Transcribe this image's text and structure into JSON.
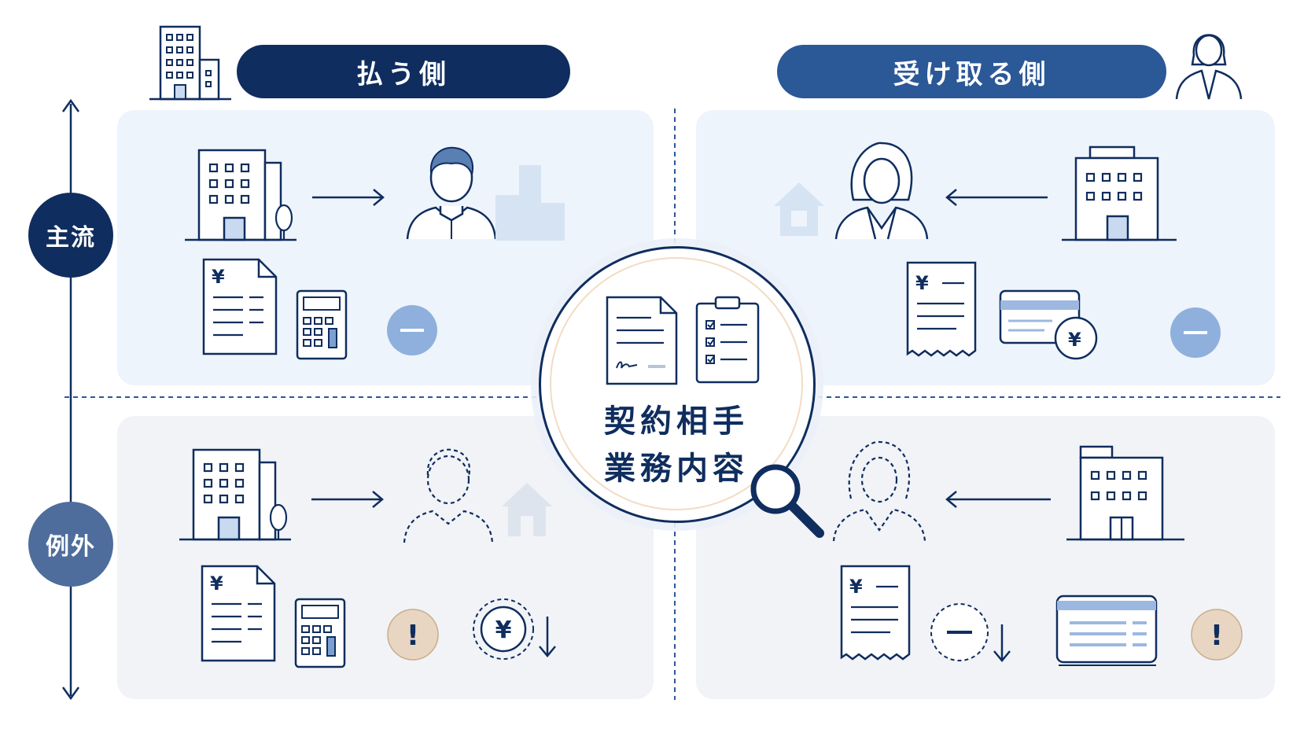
{
  "headers": {
    "pay_side": "払う側",
    "receive_side": "受け取る側"
  },
  "rows": {
    "mainstream": "主流",
    "exception": "例外"
  },
  "center": {
    "line1": "契約相手",
    "line2": "業務内容"
  },
  "symbols": {
    "yen": "¥",
    "alert": "!",
    "minus": "—"
  },
  "icons": {
    "pay_header": "office-building-icon",
    "receive_header": "businesswoman-icon",
    "tl": [
      "office-building-icon",
      "arrow-right-icon",
      "man-icon",
      "faded-buildings-icon",
      "invoice-icon",
      "calculator-icon",
      "minus-badge-icon"
    ],
    "tr": [
      "faded-house-icon",
      "woman-icon",
      "arrow-left-icon",
      "office-building-icon",
      "receipt-icon",
      "card-with-yen-icon",
      "minus-badge-icon"
    ],
    "bl": [
      "office-building-icon",
      "arrow-right-icon",
      "dashed-man-icon",
      "faded-house-icon",
      "invoice-icon",
      "calculator-icon",
      "alert-badge-icon",
      "yen-coin-down-icon"
    ],
    "br": [
      "dashed-woman-icon",
      "arrow-left-icon",
      "office-building-icon",
      "receipt-icon",
      "minus-down-icon",
      "bank-book-icon",
      "alert-badge-icon"
    ],
    "center": [
      "contract-document-icon",
      "checklist-clipboard-icon",
      "magnifier-icon"
    ]
  },
  "colors": {
    "navy": "#0f2d5e",
    "mid_blue": "#2b5897",
    "slate_blue": "#4e6d9c",
    "light_badge": "#8fb0dd",
    "alert_badge": "#e8d6c2",
    "panel_blue": "#eef4fb",
    "panel_gray": "#f1f3f7"
  }
}
